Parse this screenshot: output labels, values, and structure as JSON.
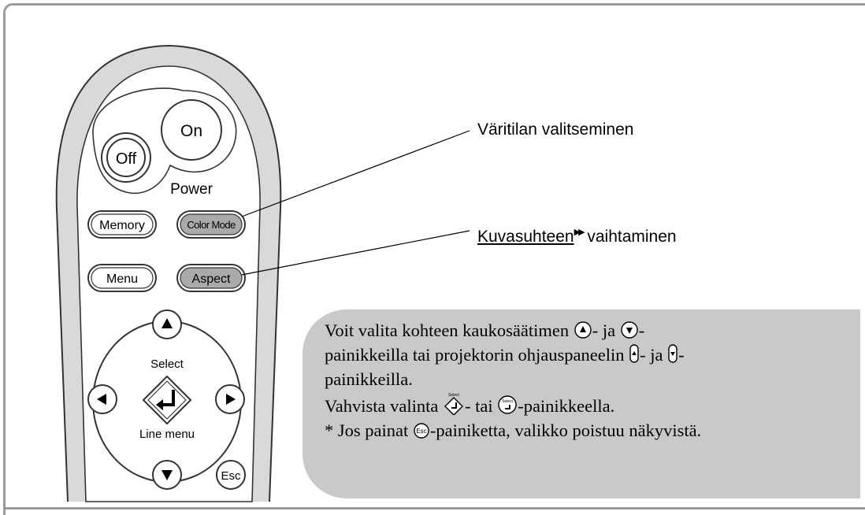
{
  "remote": {
    "off_label": "Off",
    "on_label": "On",
    "power_label": "Power",
    "memory_label": "Memory",
    "colormode_label": "Color Mode",
    "menu_label": "Menu",
    "aspect_label": "Aspect",
    "select_label": "Select",
    "line_menu_label": "Line menu",
    "esc_label": "Esc",
    "body_color": "#d9d9d9",
    "highlight_color": "#aaaaaa"
  },
  "callouts": {
    "color_mode_text": "Väritilan valitseminen",
    "aspect_link_text": "Kuvasuhteen",
    "aspect_marker": "▶▶",
    "aspect_rest_text": " vaihtaminen"
  },
  "note": {
    "line1_a": "Voit valita kohteen kaukosäätimen ",
    "line1_b": "- ja ",
    "line1_c": "-",
    "line2_a": "painikkeilla tai projektorin ohjauspaneelin ",
    "line2_b": "- ja ",
    "line2_c": "-",
    "line3": "painikkeilla.",
    "line4_a": "Vahvista valinta ",
    "line4_b": "- tai ",
    "line4_c": "-painikkeella.",
    "line5_a": "* Jos painat ",
    "line5_b": "-painiketta, valikko poistuu näkyvistä.",
    "icon_select_small": "Select",
    "background_color": "#c9c9c9"
  }
}
